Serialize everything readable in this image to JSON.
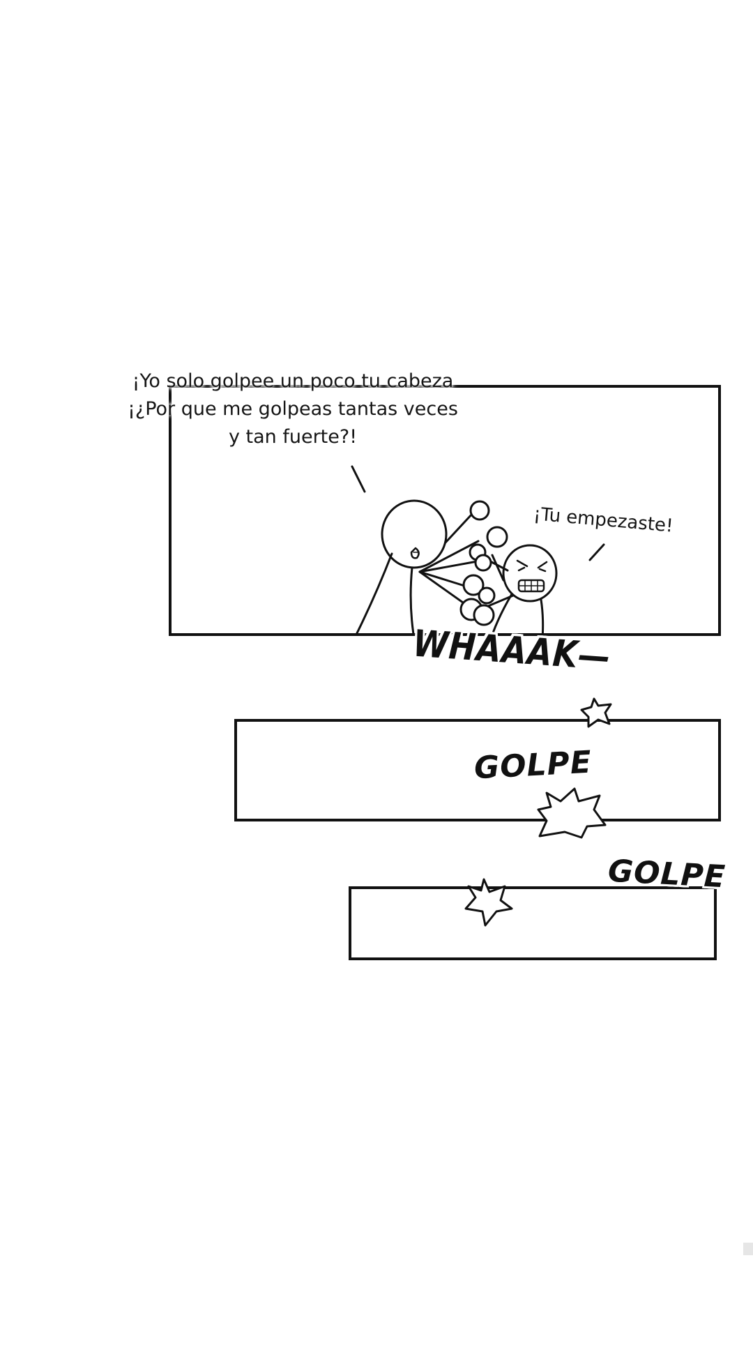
{
  "panel1": {
    "dialogue_left": "¡Yo solo golpee un poco tu cabeza\n¡¿Por que me golpeas tantas veces\ny tan fuerte?!",
    "dialogue_right": "¡Tu empezaste!"
  },
  "sfx": {
    "whaaak": "WHAAAK—",
    "golpe_1": "GOLPE",
    "golpe_2": "GOLPE"
  }
}
